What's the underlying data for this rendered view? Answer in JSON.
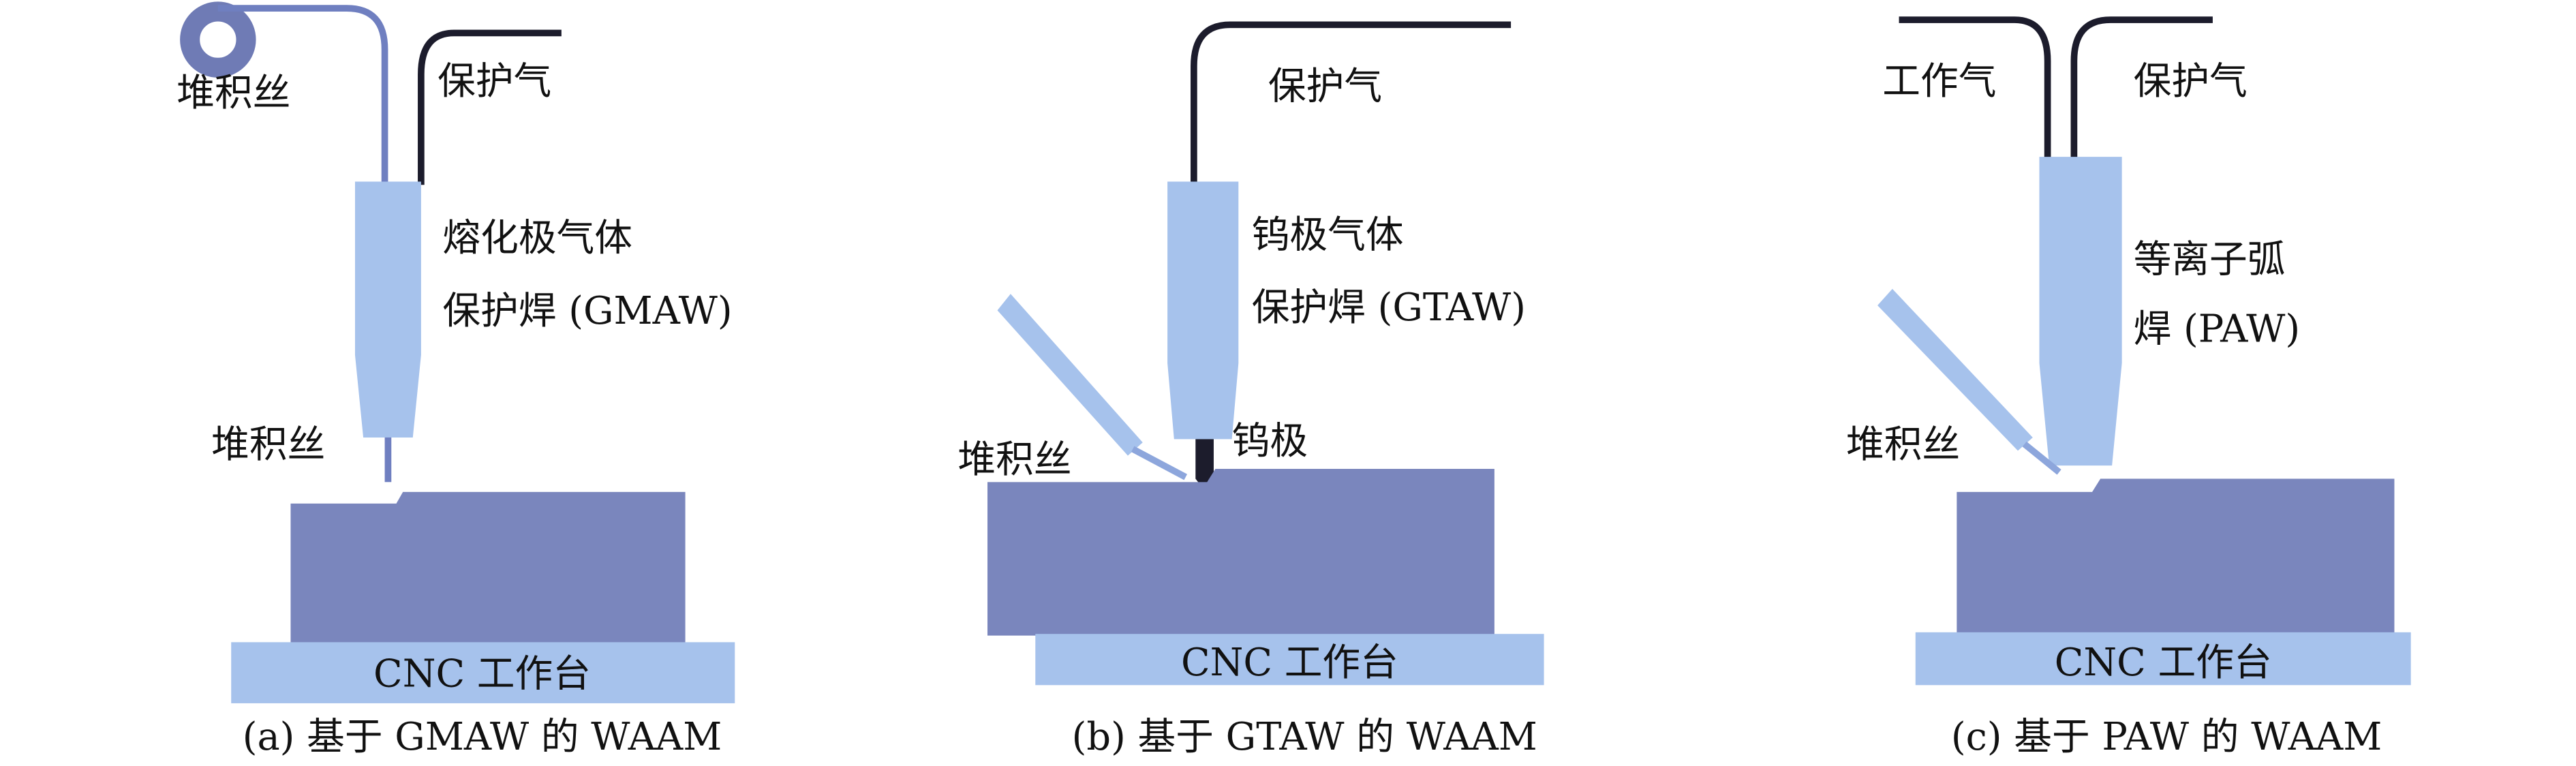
{
  "colors": {
    "workpiece": "#7a86bd",
    "table": "#a6c2ec",
    "torch": "#a6c2ec",
    "wire": "#6f7fc0",
    "gas_line": "#1c1c2c"
  },
  "panel_a": {
    "spool_label": "堆积丝",
    "gas_label": "保护气",
    "torch_label_1": "熔化极气体",
    "torch_label_2": "保护焊 (GMAW)",
    "wire_label": "堆积丝",
    "table_label": "CNC 工作台",
    "caption": "(a) 基于 GMAW 的 WAAM"
  },
  "panel_b": {
    "gas_label": "保护气",
    "torch_label_1": "钨极气体",
    "torch_label_2": "保护焊 (GTAW)",
    "electrode_label": "钨极",
    "wire_label": "堆积丝",
    "table_label": "CNC 工作台",
    "caption": "(b) 基于 GTAW 的 WAAM"
  },
  "panel_c": {
    "work_gas_label": "工作气",
    "gas_label": "保护气",
    "torch_label_1": "等离子弧",
    "torch_label_2": "焊 (PAW)",
    "wire_label": "堆积丝",
    "table_label": "CNC 工作台",
    "caption": "(c) 基于 PAW 的 WAAM"
  }
}
